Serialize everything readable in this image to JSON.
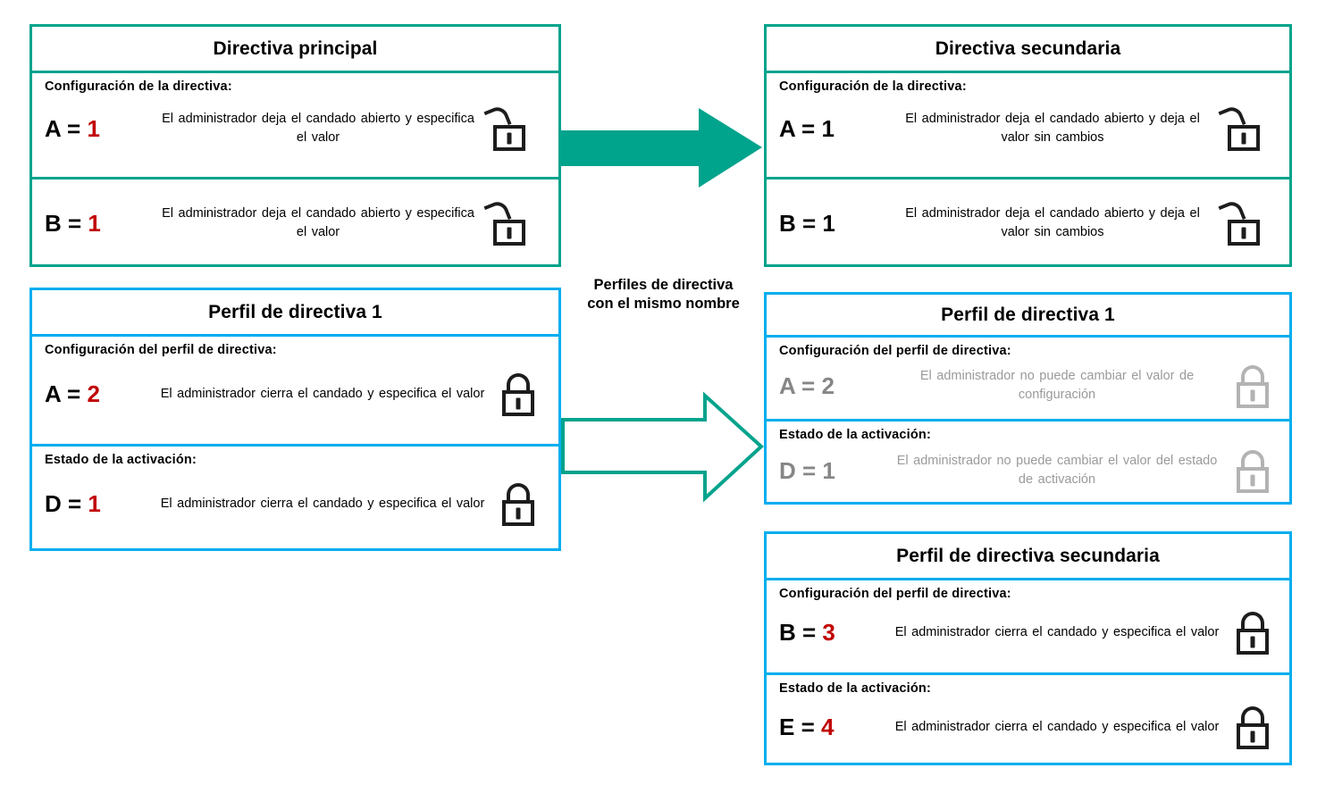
{
  "colors": {
    "teal": "#00a38c",
    "blue": "#00aeef",
    "red_value": "#c00000",
    "dim_gray": "#9a9a9a"
  },
  "middle": {
    "caption": "Perfiles de directiva\ncon el mismo nombre"
  },
  "cards": {
    "primary_policy": {
      "title": "Directiva principal",
      "sections": [
        {
          "label": "Configuración  de la directiva:",
          "key": "A = ",
          "value": "1",
          "desc": "El administrador  deja  el candado  abierto  y especifica  el valor",
          "lock": "open-lock-icon"
        },
        {
          "label": "",
          "key": "B = ",
          "value": "1",
          "desc": "El administrador  deja  el candado  abierto  y especifica  el valor",
          "lock": "open-lock-icon"
        }
      ]
    },
    "secondary_policy": {
      "title": "Directiva secundaria",
      "sections": [
        {
          "label": "Configuración  de la directiva:",
          "key": "A = ",
          "value": "1",
          "desc": "El administrador  deja  el candado  abierto  y deja  el valor  sin cambios",
          "lock": "open-lock-icon"
        },
        {
          "label": "",
          "key": "B = ",
          "value": "1",
          "desc": "El administrador  deja  el candado  abierto  y deja  el valor  sin cambios",
          "lock": "open-lock-icon"
        }
      ]
    },
    "policy_profile_1_left": {
      "title": "Perfil de directiva 1",
      "sections": [
        {
          "label": "Configuración  del perfil  de directiva:",
          "key": "A = ",
          "value": "2",
          "desc": "El administrador  cierra el candado  y especifica  el valor",
          "lock": "closed-lock-icon"
        },
        {
          "label": "Estado  de la activación:",
          "key": "D = ",
          "value": "1",
          "desc": "El administrador  cierra el candado  y especifica  el valor",
          "lock": "closed-lock-icon"
        }
      ]
    },
    "policy_profile_1_right": {
      "title": "Perfil de directiva 1",
      "sections": [
        {
          "label": "Configuración  del perfil  de directiva:",
          "key": "A = ",
          "value": "2",
          "desc": "El administrador  no puede  cambiar  el valor  de configuración",
          "lock": "closed-lock-icon"
        },
        {
          "label": "Estado  de la activación:",
          "key": "D = ",
          "value": "1",
          "desc": "El administrador  no puede  cambiar  el valor del estado  de activación",
          "lock": "closed-lock-icon"
        }
      ]
    },
    "secondary_policy_profile": {
      "title": "Perfil de directiva secundaria",
      "sections": [
        {
          "label": "Configuración  del perfil  de directiva:",
          "key": "B = ",
          "value": "3",
          "desc": "El administrador  cierra el candado  y especifica  el valor",
          "lock": "closed-lock-icon"
        },
        {
          "label": "Estado  de la activación:",
          "key": "E = ",
          "value": "4",
          "desc": "El administrador  cierra el candado  y especifica  el valor",
          "lock": "closed-lock-icon"
        }
      ]
    }
  }
}
